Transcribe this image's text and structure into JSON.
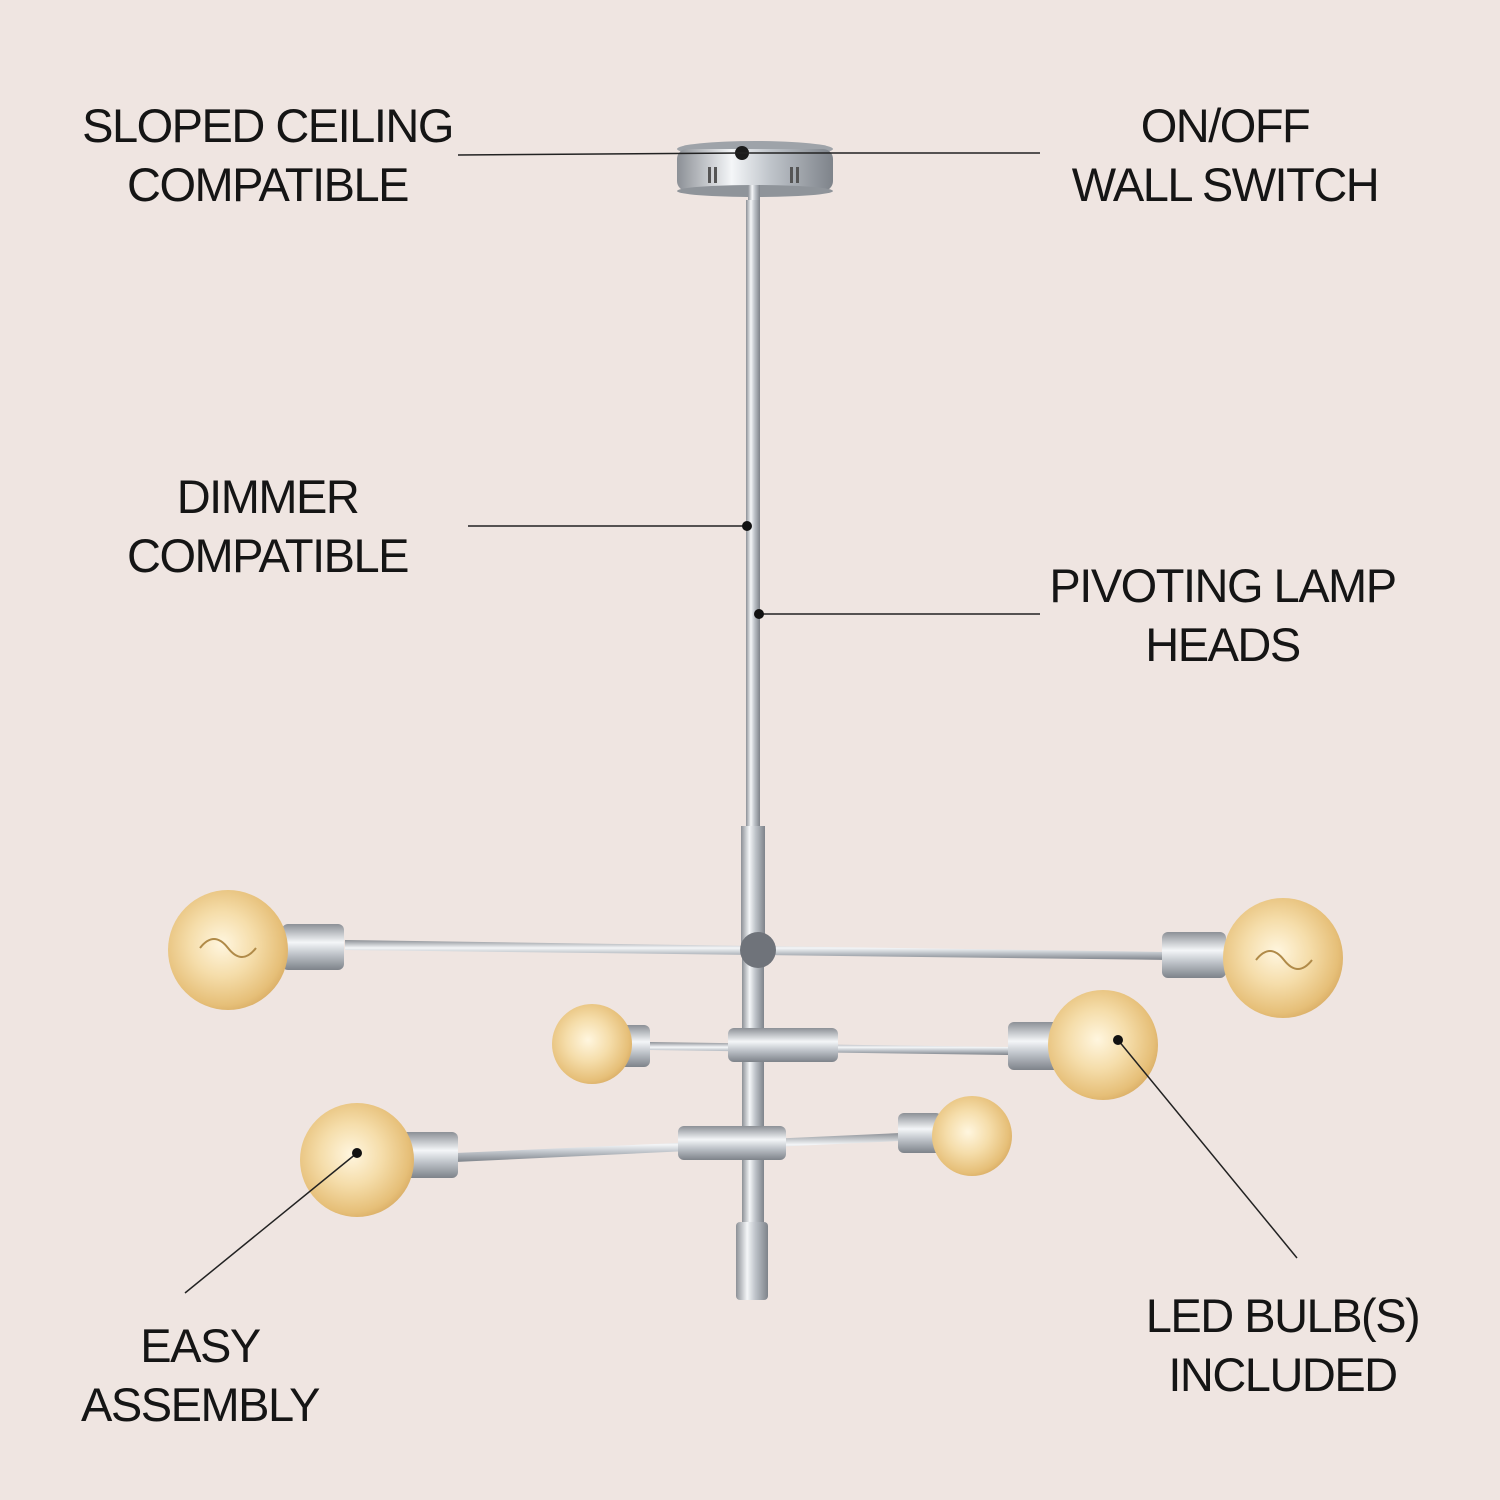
{
  "colors": {
    "background": "#efe5e1",
    "text": "#151515",
    "leader_line": "#222222",
    "chrome": "#cfd3d8",
    "bulb_glow": "#f1d49a"
  },
  "features": {
    "sloped_ceiling": [
      "SLOPED CEILING",
      "COMPATIBLE"
    ],
    "wall_switch": [
      "ON/OFF",
      "WALL SWITCH"
    ],
    "dimmer": [
      "DIMMER",
      "COMPATIBLE"
    ],
    "pivoting_heads": [
      "PIVOTING LAMP",
      "HEADS"
    ],
    "led_bulbs": [
      "LED BULB(S)",
      "INCLUDED"
    ],
    "easy_assembly": [
      "EASY",
      "ASSEMBLY"
    ]
  },
  "product": {
    "bulb_count": 6,
    "arm_tiers": 3,
    "icon": "sputnik-chandelier-icon"
  }
}
